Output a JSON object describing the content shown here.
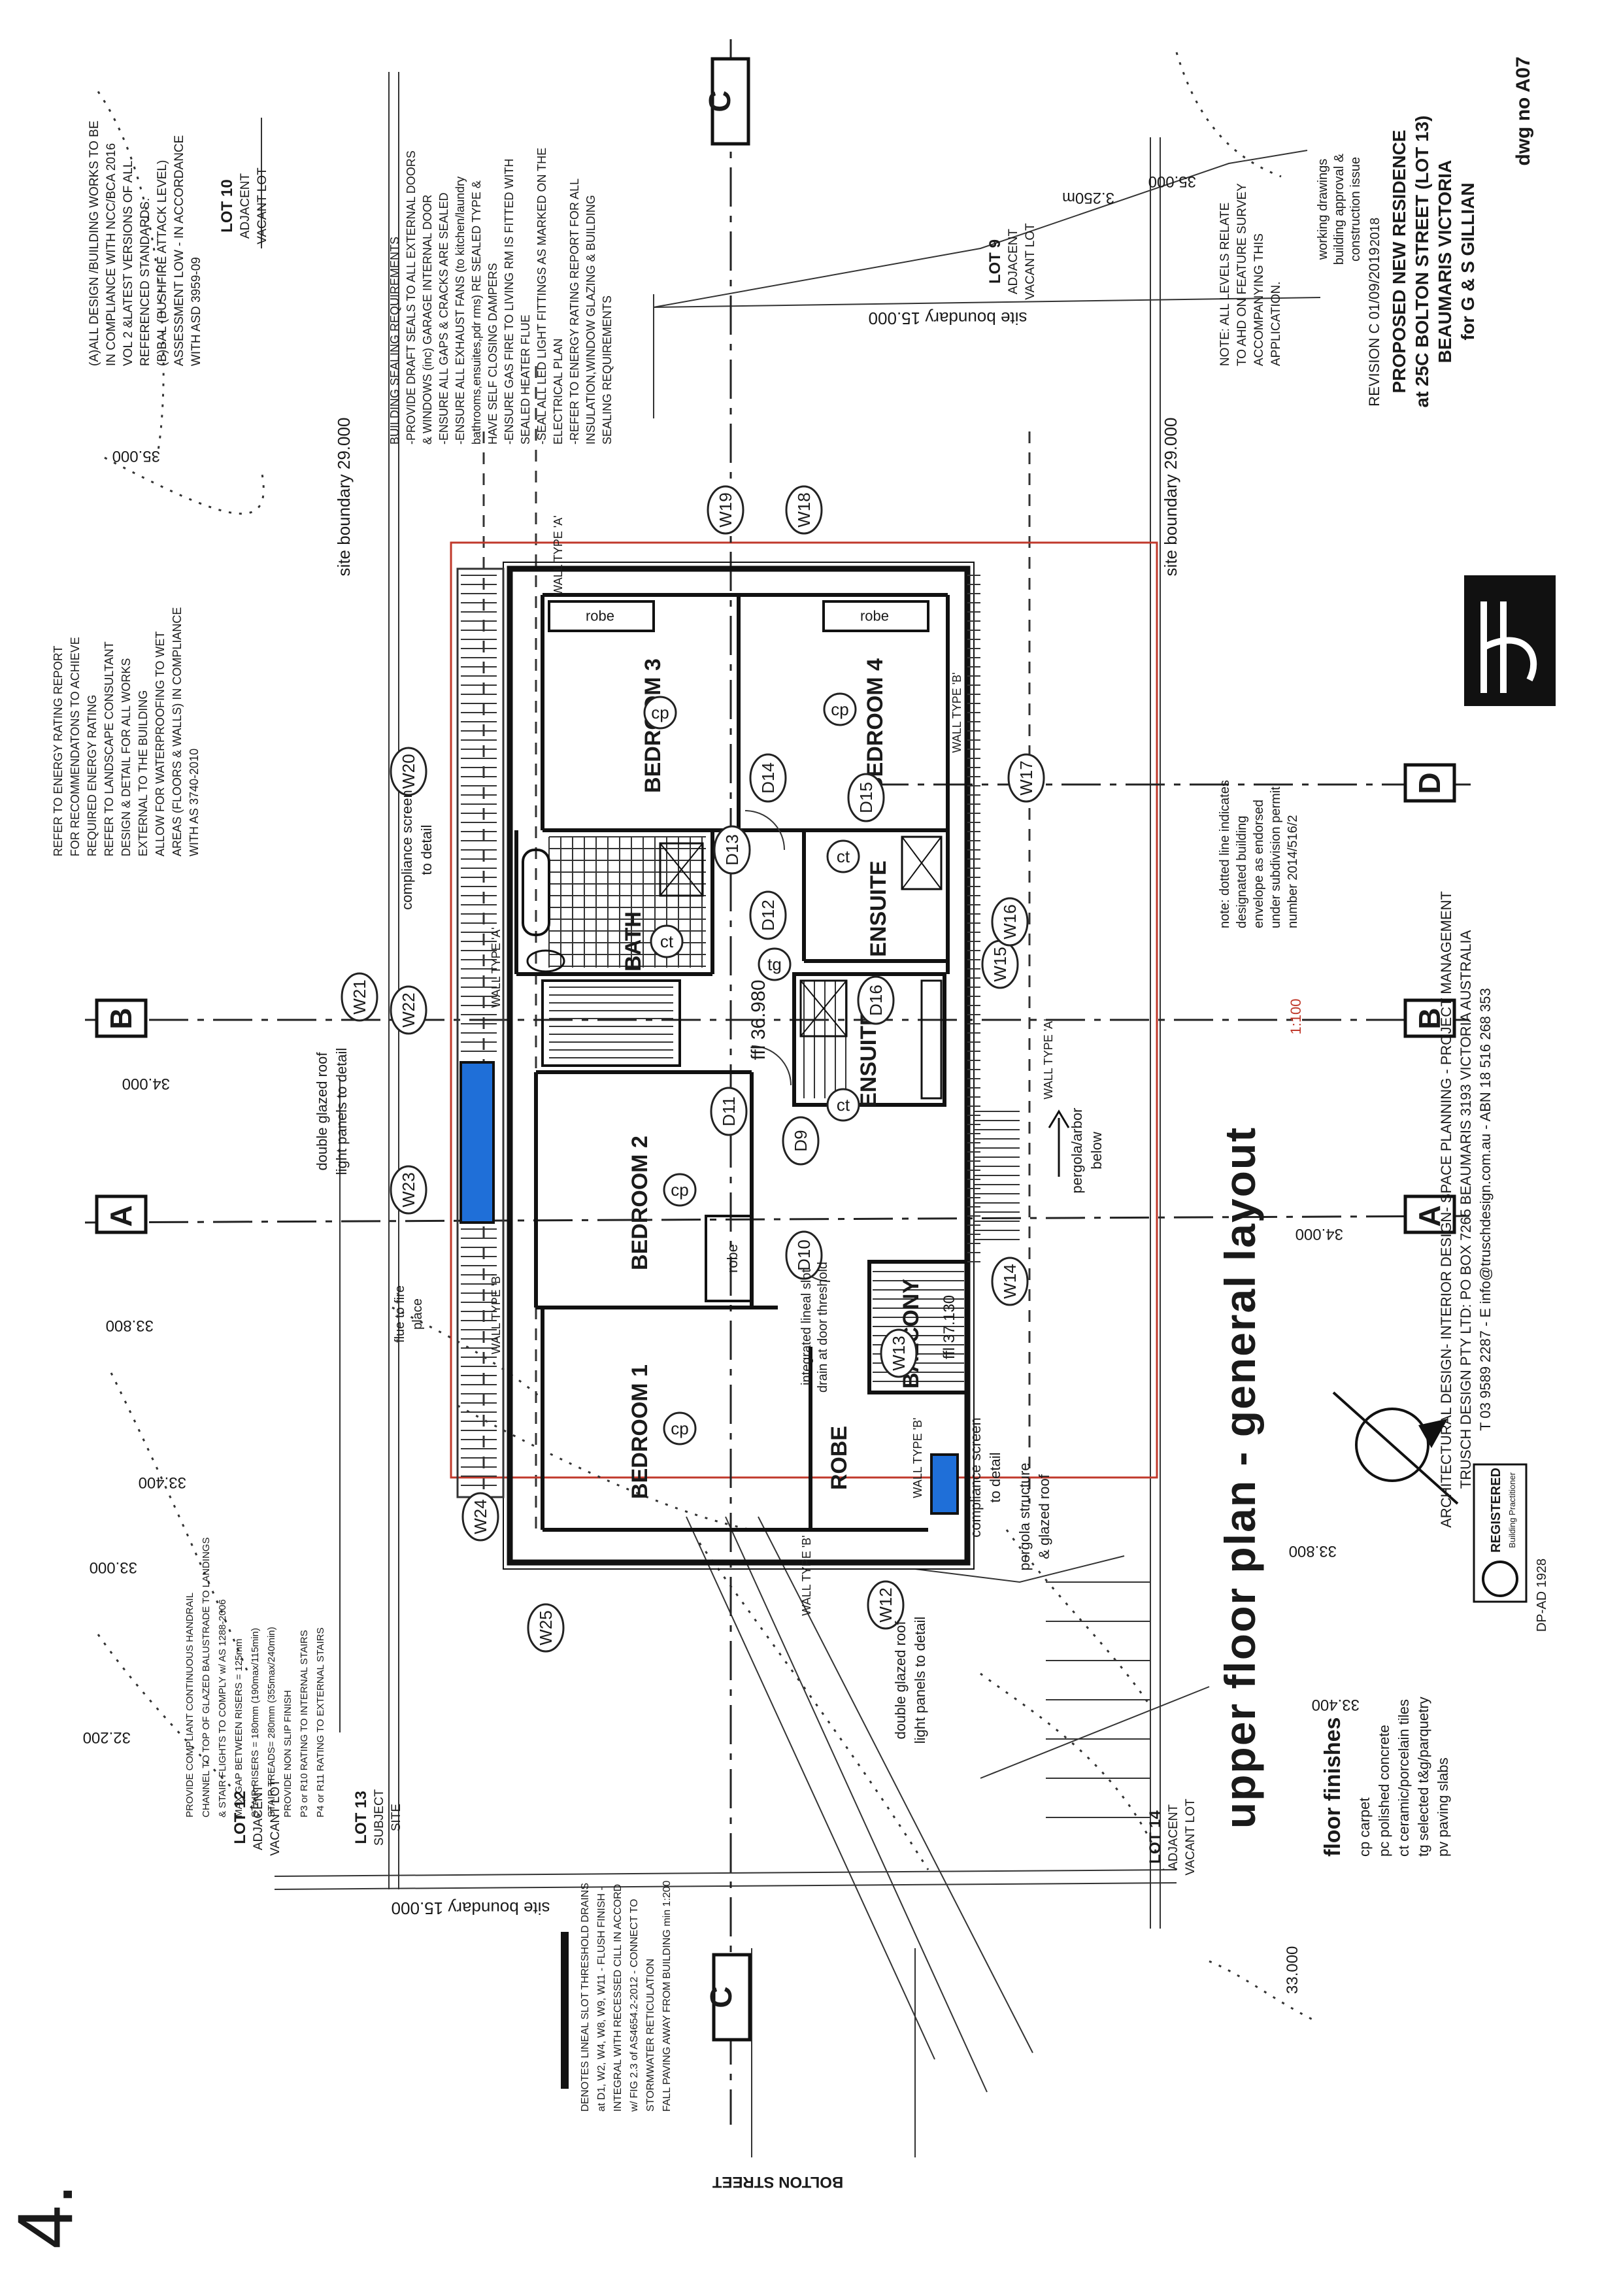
{
  "drawing": {
    "title": "upper floor plan - general layout",
    "scale": "1:100",
    "corner_mark": "4."
  },
  "revision": {
    "line": "REVISION C 01/09/2019",
    "project": "PROPOSED NEW RESIDENCE",
    "address1": "at 25C BOLTON STREET (LOT 13)",
    "address2": "BEAUMARIS VICTORIA",
    "client": "for G & S GILLIAN",
    "purpose1": "working drawings",
    "purpose2": "building approval &",
    "purpose3": "construction issue",
    "year": "2018",
    "dwg": "dwg no A07"
  },
  "company": {
    "line1": "ARCHITECTURAL DESIGN- INTERIOR DESIGN- SPACE PLANNING - PROJECT MANAGEMENT",
    "line2": "TRUSCH DESIGN PTY LTD: PO BOX 7265 BEAUMARIS 3193 VICTORIA AUSTRALIA",
    "line3": "T 03 9589 2287 - E info@truschdesign.com.au - ABN 18 516 268 353",
    "reg_badge": "REGISTERED",
    "reg_sub": "Building Practitioner",
    "reg_no": "DP-AD 1928"
  },
  "notes": {
    "design": [
      "(A)ALL DESIGN /BUILDING WORKS TO BE",
      "IN COMPLIANCE WITH NCC/BCA 2016",
      "VOL 2 &LATEST VERSIONS OF ALL",
      "REFERENCED STANDARDS.",
      "(B)BAL (BUSHFIRE ATTACK LEVEL)",
      "ASSESSMENT LOW - IN ACCORDANCE",
      "WITH ASD 3959-09"
    ],
    "energy": [
      "REFER TO ENERGY RATING REPORT",
      "FOR RECOMMENDATONS TO ACHIEVE",
      "REQUIRED ENERGY RATING",
      "REFER TO LANDSCAPE CONSULTANT",
      "DESIGN & DETAIL FOR ALL WORKS",
      "EXTERNAL TO THE BUILDING",
      "ALLOW FOR WATERPROOFING TO WET",
      "AREAS (FLOORS & WALLS) IN COMPLIANCE",
      "WITH AS 3740-2010"
    ],
    "sealing": [
      "BUILDING SEALING REQUIREMENTS",
      "-PROVIDE DRAFT SEALS TO ALL EXTERNAL DOORS",
      "& WINDOWS (inc) GARAGE INTERNAL DOOR",
      "-ENSURE ALL GAPS & CRACKS ARE SEALED",
      "-ENSURE ALL EXHAUST FANS (to kitchen/laundry",
      "bathrooms,ensuites,pdr rms) RE SEALED TYPE &",
      "HAVE SELF CLOSING DAMPERS",
      "-ENSURE GAS FIRE TO LIVING RM IS FITTED WITH",
      "SEALED HEATER FLUE",
      "-SEAL ALL LED LIGHT FITTINGS AS MARKED ON THE",
      "ELECTRICAL PLAN",
      "-REFER TO ENERGY RATING REPORT FOR ALL",
      "INSULATION,WINDOW GLAZING & BUILDING",
      "SEALING REQUIREMENTS"
    ],
    "levels": [
      "NOTE: ALL LEVELS RELATE",
      "TO AHD ON FEATURE SURVEY",
      "ACCOMPANYING THIS",
      "APPLICATION."
    ],
    "envelope": [
      "note: dotted line indicates",
      "designated building",
      "envelope as endorsed",
      "under subdivision permit",
      "number 2014/516/2"
    ],
    "stairs": [
      "PROVIDE COMPLIANT CONTINUOUS HANDRAIL",
      "CHANNEL TO TOP OF GLAZED BALUSTRADE TO LANDINGS",
      "& STAIR FLIGHTS TO COMPLY w/ AS 1288-2006",
      "MAX GAP BETWEEN RISERS = 125mm",
      "STAIR RISERS = 180mm (190max/115min)",
      "STAIR TREADS= 280mm (355max/240min)",
      "PROVIDE NON SLIP FINISH",
      "P3 or R10 RATING TO INTERNAL STAIRS",
      "P4 or R11 RATING TO EXTERNAL STAIRS"
    ],
    "drains": [
      "DENOTES LINEAL SLOT THRESHOLD DRAINS",
      "at D1, W2, W4, W8, W9, W11 - FLUSH FINISH -",
      "INTEGRAL WITH RECESSED CILL IN ACCORD",
      "w/ FIG 2.3 of AS4654.2-2012 - CONNECT TO",
      "STORMWATER RETICULATION",
      "FALL PAVING AWAY FROM BUILDING min 1:200"
    ]
  },
  "finishes": {
    "title": "floor finishes",
    "items": [
      "cp carpet",
      "pc polished concrete",
      "ct ceramic/porcelain tiles",
      "tg selected t&g/parquetry",
      "pv paving slabs"
    ]
  },
  "rooms": {
    "bed1": "BEDROOM 1",
    "bed2": "BEDROOM 2",
    "bed3": "BEDROOM 3",
    "bed4": "BEDROOM 4",
    "bath": "BATH",
    "ensuite1": "ENSUITE",
    "ensuite2": "ENSUITE",
    "balcony": "BALCONY",
    "robe_main": "ROBE",
    "robe_b2": "robe",
    "robe_b3": "robe",
    "robe_b4": "robe",
    "ffl_main": "ffl 36.980",
    "ffl_balc": "ffl 37.130"
  },
  "floor_codes": {
    "cp": "cp",
    "ct": "ct",
    "tg": "tg"
  },
  "labels": {
    "wall_a": "WALL TYPE 'A'",
    "wall_b": "WALL TYPE 'B'",
    "site_boundary_29": "site boundary 29.000",
    "site_boundary_15": "site boundary 15.000",
    "compliance_top1": "compliance screen",
    "compliance_top2": "to detail",
    "skylight_top1": "double glazed roof",
    "skylight_top2": "light panels to detail",
    "skylight_bot1": "double glazed roof",
    "skylight_bot2": "light panels to detail",
    "flue1": "flue to fire",
    "flue2": "place",
    "drain1": "integrated lineal slot",
    "drain2": "drain at door threshold",
    "pergola_below1": "pergola/arbor",
    "pergola_below2": "below",
    "compliance_bot1": "compliance screen",
    "compliance_bot2": "to detail",
    "pergola_roof1": "pergola structure",
    "pergola_roof2": "& glazed roof",
    "street": "BOLTON STREET"
  },
  "lots": {
    "lot10": [
      "LOT 10",
      "ADJACENT",
      "VACANT LOT"
    ],
    "lot9": [
      "LOT 9",
      "ADJACENT",
      "VACANT LOT"
    ],
    "lot12": [
      "LOT 12",
      "ADJACENT",
      "VACANT LOT"
    ],
    "lot13": [
      "LOT 13",
      "SUBJECT",
      "SITE"
    ],
    "lot14": [
      "LOT 14",
      "ADJACENT",
      "VACANT LOT"
    ]
  },
  "levels": {
    "l35a": "35.000",
    "l35b": "35.000",
    "l3250": "3.250m",
    "l34a": "34.000",
    "l34b": "34.000",
    "l33800a": "33.800",
    "l33800b": "33.800",
    "l33400a": "33.400",
    "l33400b": "33.400",
    "l33000a": "33.000",
    "l32200": "32.200",
    "l33000b": "33.000"
  },
  "sections": {
    "A": "A",
    "B": "B",
    "C": "C",
    "D": "D"
  },
  "windows": [
    "W12",
    "W13",
    "W14",
    "W15",
    "W16",
    "W17",
    "W18",
    "W19",
    "W20",
    "W21",
    "W22",
    "W23",
    "W24",
    "W25"
  ],
  "doors": [
    "D9",
    "D10",
    "D11",
    "D12",
    "D13",
    "D14",
    "D15",
    "D16"
  ]
}
